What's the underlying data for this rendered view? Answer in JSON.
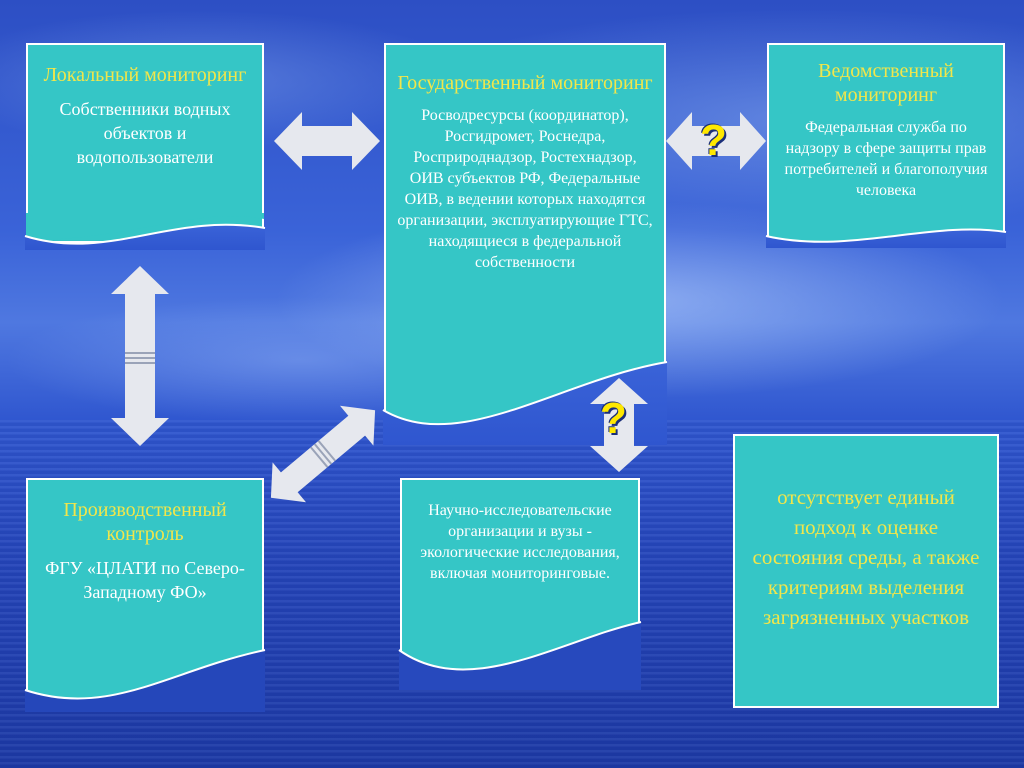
{
  "colors": {
    "card_fill": "#35c6c6",
    "title_text": "#f2e64a",
    "body_text": "#ffffff",
    "arrow_fill": "#e6e8ee",
    "question": "#ffe800"
  },
  "cards": {
    "local": {
      "title": "Локальный мониторинг",
      "body": "Собственники водных объектов и водопользователи"
    },
    "state": {
      "title": "Государственный мониторинг",
      "body": "Росводресурсы (координатор), Росгидромет, Роснедра, Росприроднадзор, Ростехнадзор, ОИВ субъектов РФ, Федеральные  ОИВ, в ведении которых находятся организации, эксплуатирующие ГТС, находящиеся в федеральной собственности"
    },
    "departmental": {
      "title": "Ведомственный мониторинг",
      "body": "Федеральная служба по надзору в сфере защиты прав потребителей и благополучия человека"
    },
    "production": {
      "title": "Производственный контроль",
      "body": "ФГУ «ЦЛАТИ по Северо-Западному ФО»"
    },
    "research": {
      "body": "Научно-исследовательские организации и вузы  - экологические исследования, включая мониторинговые."
    }
  },
  "highlight": {
    "text": "отсутствует единый подход к оценке состояния среды, а также критериям выделения загрязненных участков"
  },
  "question_mark": "?",
  "icons": [
    "double-arrow-icon",
    "question-mark-icon"
  ]
}
